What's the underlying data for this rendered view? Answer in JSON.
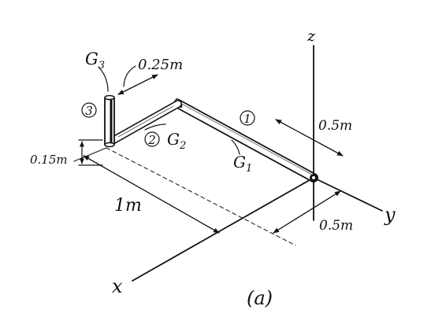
{
  "figure": {
    "caption": "(a)",
    "axes": {
      "x": "x",
      "y": "y",
      "z": "z"
    },
    "dimensions": {
      "length_1m": "1m",
      "offset_025m": "0.25m",
      "height_015m": "0.15m",
      "y_05m_top": "0.5m",
      "y_05m_bottom": "0.5m"
    },
    "members": {
      "member1": "1",
      "member2": "2",
      "member3": "3"
    },
    "centroids": {
      "g1": "G",
      "g1_sub": "1",
      "g2": "G",
      "g2_sub": "2",
      "g3": "G",
      "g3_sub": "3"
    }
  }
}
